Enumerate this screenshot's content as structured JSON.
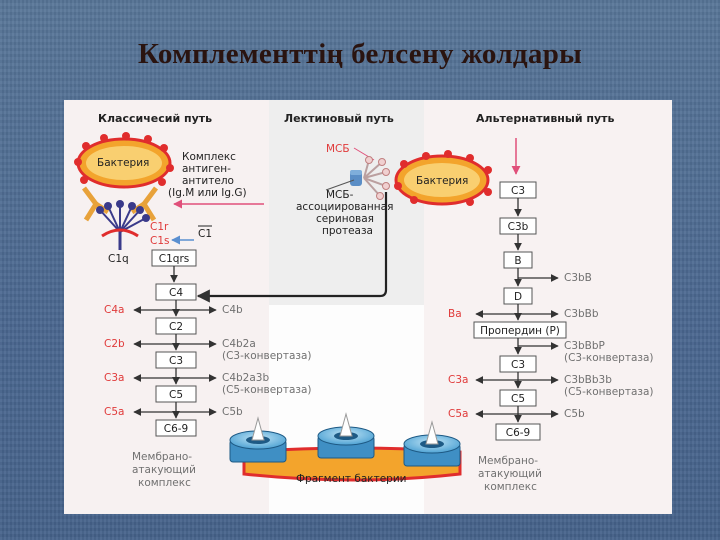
{
  "slide": {
    "title": "Комплементтің белсену жолдары",
    "colors": {
      "background": "#4d6a8f",
      "title": "#2a1410",
      "accent_red": "#e03a3a",
      "box_border": "#555555",
      "pink_arrow": "#e0507a",
      "lectin_bg": "#eeeeee",
      "pathway_bg": "#f6efef"
    }
  },
  "diagram": {
    "headers": {
      "classical": "Классичесий путь",
      "lectin": "Лектиновый путь",
      "alternative": "Альтернативный путь"
    },
    "classical": {
      "bacteria": "Бактерия",
      "complex_lines": [
        "Комплекс",
        "антиген-",
        "антитело",
        "(Ig.M или Ig.G)"
      ],
      "c1r": "C1r",
      "c1s": "C1s",
      "c1q": "C1q",
      "c1_inhibitor": "C1",
      "boxes": [
        "C1qrs",
        "C4",
        "C2",
        "C3",
        "C5",
        "C6-9"
      ],
      "left_products": [
        "C4a",
        "C2b",
        "C3a",
        "C5a"
      ],
      "right_products": [
        [
          "C4b"
        ],
        [
          "C4b2a",
          "(C3-конвертаза)"
        ],
        [
          "C4b2a3b",
          "(C5-конвертаза)"
        ],
        [
          "C5b"
        ]
      ],
      "mac_lines": [
        "Мембрано-",
        "атакующий",
        "комплекс"
      ]
    },
    "lectin": {
      "mbl": "МСБ",
      "protease_lines": [
        "МСБ-",
        "ассоциированная",
        "сериновая",
        "протеаза"
      ]
    },
    "alternative": {
      "bacteria": "Бактерия",
      "boxes": [
        "C3",
        "C3b",
        "B",
        "D",
        "Пропердин (P)",
        "C3",
        "C5",
        "C6-9"
      ],
      "left_products": [
        "Ba",
        "C3a",
        "C5a"
      ],
      "right_products": [
        [
          "C3bB"
        ],
        [
          "C3bBb"
        ],
        [
          "C3bBbP",
          "(C3-конвертаза)"
        ],
        [
          "C3bBb3b",
          "(C5-конвертаза)"
        ],
        [
          "C5b"
        ]
      ],
      "mac_lines": [
        "Мембрано-",
        "атакующий",
        "комплекс"
      ]
    },
    "bottom": {
      "fragment_label": "Фрагмент бактерии"
    }
  }
}
